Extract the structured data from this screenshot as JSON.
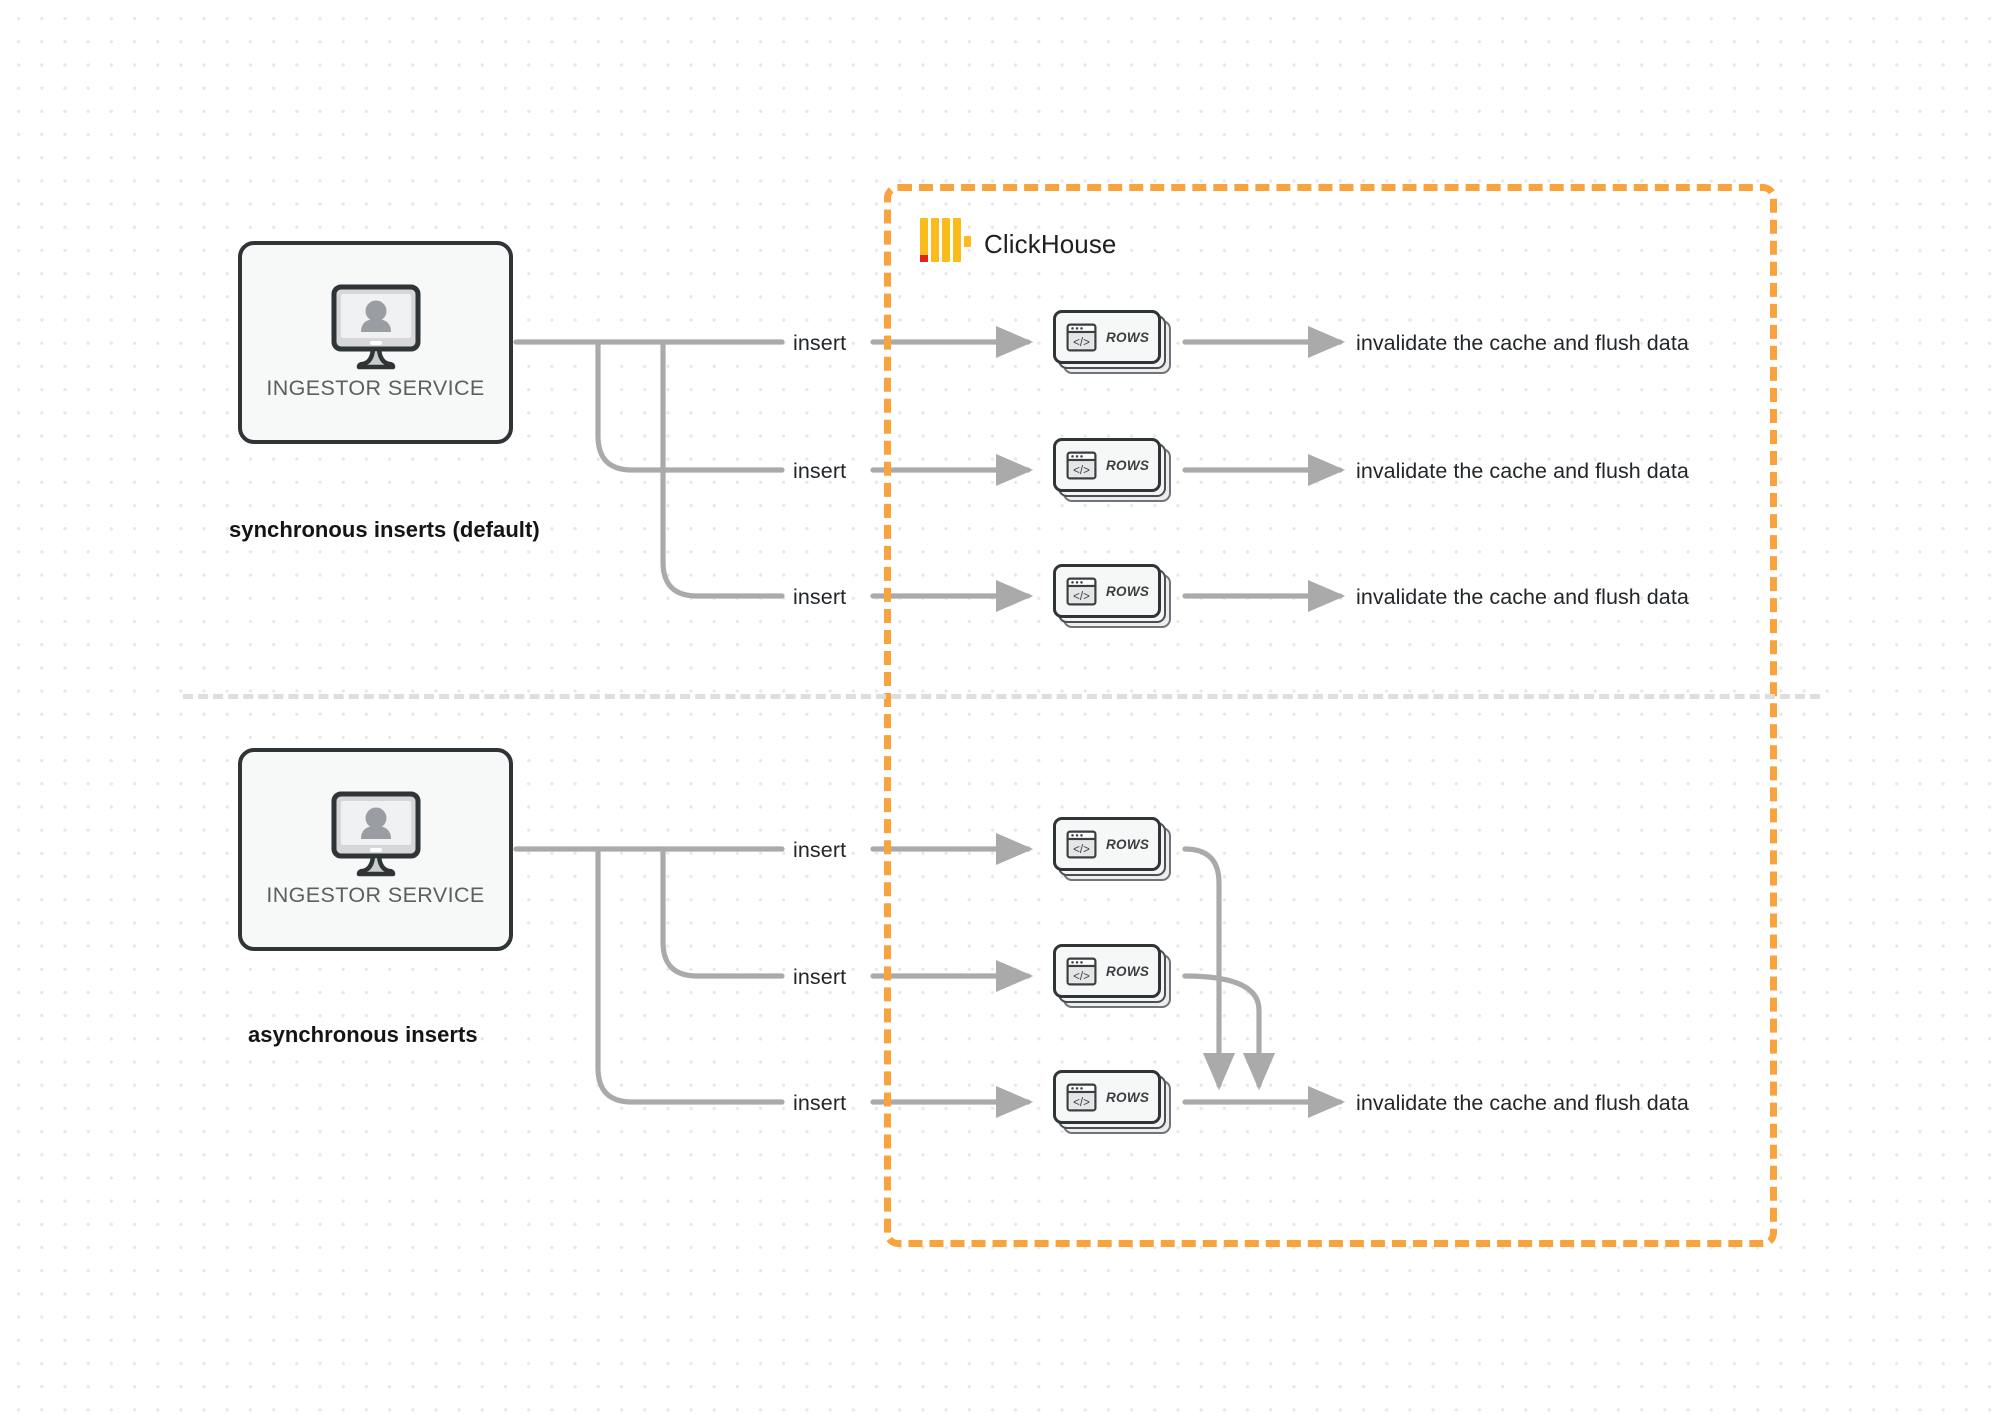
{
  "diagram": {
    "title": "ClickHouse synchronous vs asynchronous inserts",
    "colors": {
      "container_border": "#F9A33C",
      "logo_yellow": "#FBBB1B",
      "logo_red": "#E5231A",
      "node_border": "#2F3437",
      "node_fill": "#F7F8F8",
      "connector": "#AAAAAA",
      "divider": "#DEDEDE",
      "dot_grid": "#E8E8E8"
    }
  },
  "clickhouse": {
    "brand_name": "ClickHouse",
    "logo_icon": "clickhouse-logo-icon"
  },
  "sections": [
    {
      "id": "sync",
      "caption": "synchronous inserts (default)",
      "source": {
        "label": "INGESTOR SERVICE",
        "icon": "monitor-user-icon"
      },
      "flows": [
        {
          "edge_label": "insert",
          "node_label": "ROWS",
          "node_icon": "code-window-icon",
          "outcome": "invalidate the cache and flush data"
        },
        {
          "edge_label": "insert",
          "node_label": "ROWS",
          "node_icon": "code-window-icon",
          "outcome": "invalidate the cache and flush data"
        },
        {
          "edge_label": "insert",
          "node_label": "ROWS",
          "node_icon": "code-window-icon",
          "outcome": "invalidate the cache and flush data"
        }
      ]
    },
    {
      "id": "async",
      "caption": "asynchronous inserts",
      "source": {
        "label": "INGESTOR SERVICE",
        "icon": "monitor-user-icon"
      },
      "flows": [
        {
          "edge_label": "insert",
          "node_label": "ROWS",
          "node_icon": "code-window-icon",
          "outcome": ""
        },
        {
          "edge_label": "insert",
          "node_label": "ROWS",
          "node_icon": "code-window-icon",
          "outcome": ""
        },
        {
          "edge_label": "insert",
          "node_label": "ROWS",
          "node_icon": "code-window-icon",
          "outcome": "invalidate the cache and flush data"
        }
      ],
      "merged_outcome": "invalidate the cache and flush data"
    }
  ]
}
